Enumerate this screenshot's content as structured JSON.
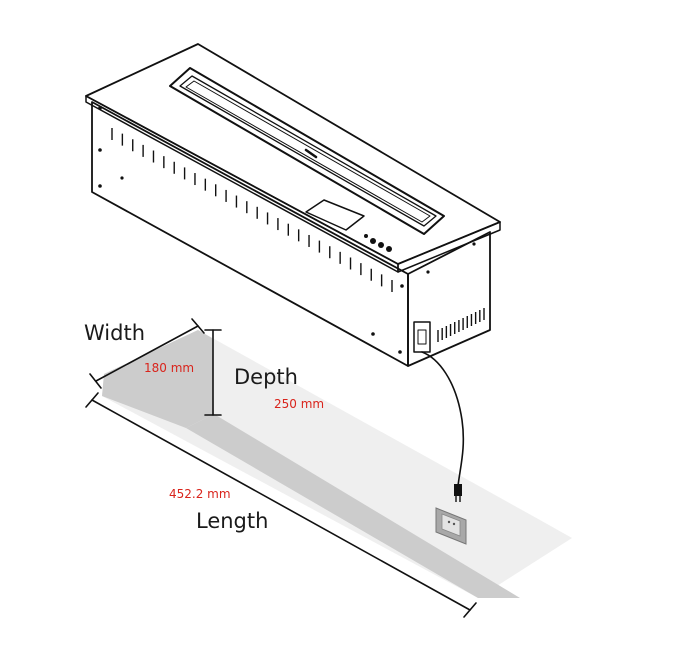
{
  "labels": {
    "width": "Width",
    "depth": "Depth",
    "length": "Length"
  },
  "measurements": {
    "width": "180 mm",
    "depth": "250 mm",
    "length": "452.2 mm"
  },
  "colors": {
    "floor_light": "#efefef",
    "floor_shadow": "#c9c9c9",
    "measurement_text": "#d9241c"
  }
}
